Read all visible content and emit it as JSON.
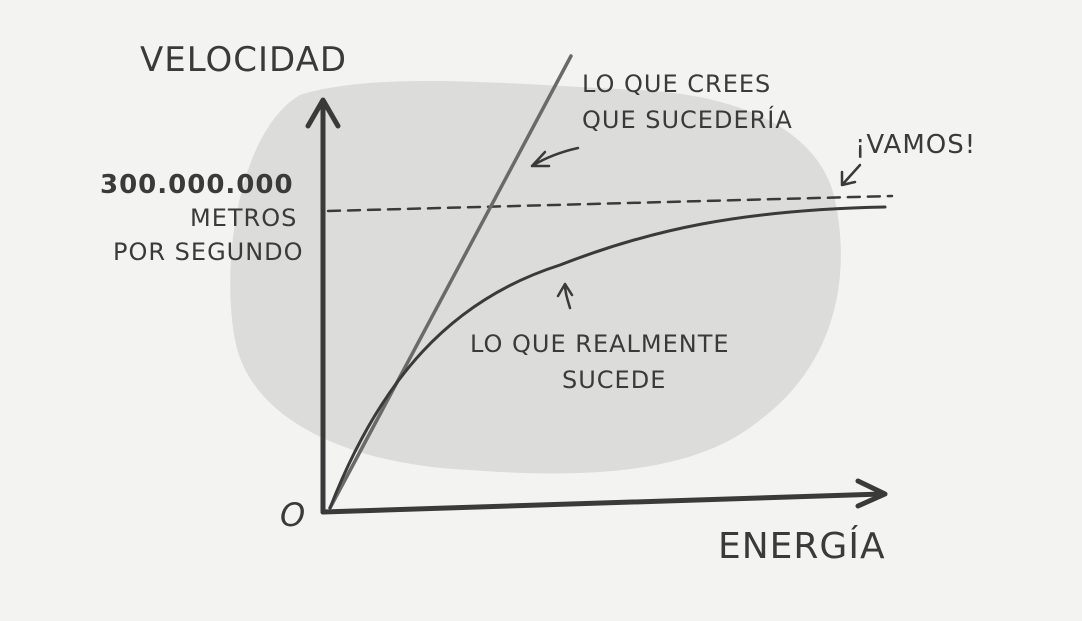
{
  "chart_data": {
    "type": "line",
    "title": "",
    "xlabel": "ENERGÍA",
    "ylabel": "VELOCIDAD",
    "origin_label": "O",
    "limit": {
      "value_label": "300.000.000",
      "unit_line1": "METROS",
      "unit_line2": "POR SEGUNDO",
      "style": "dashed"
    },
    "series": [
      {
        "name": "LO QUE CREES QUE SUCEDERÍA",
        "kind": "linear",
        "label_line1": "LO QUE CREES",
        "label_line2": "QUE SUCEDERÍA"
      },
      {
        "name": "LO QUE REALMENTE SUCEDE",
        "kind": "asymptotic",
        "label_line1": "LO QUE REALMENTE",
        "label_line2": "SUCEDE"
      }
    ],
    "annotations": [
      {
        "text": "¡VAMOS!",
        "points_to": "limit"
      }
    ],
    "grid": false,
    "colors": {
      "background": "#f3f3f1",
      "blob": "#dcdcda",
      "ink": "#3a3a3a"
    }
  }
}
